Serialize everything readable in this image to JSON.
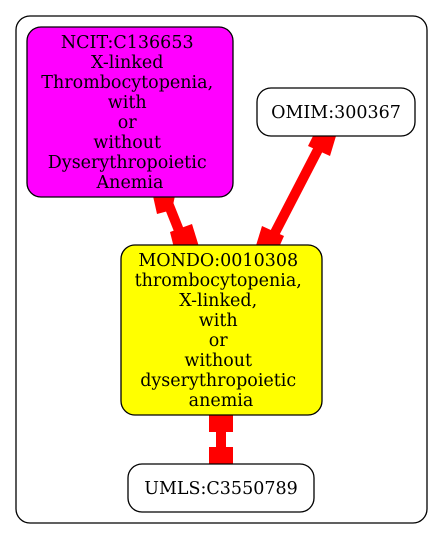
{
  "nodes": {
    "ncit": {
      "lines": [
        "NCIT:C136653",
        "X-linked",
        "Thrombocytopenia,",
        "with",
        "or",
        "without",
        "Dyserythropoietic",
        "Anemia"
      ],
      "fill": "#ff00ff"
    },
    "omim": {
      "lines": [
        "OMIM:300367"
      ],
      "fill": "#ffffff"
    },
    "mondo": {
      "lines": [
        "MONDO:0010308",
        "thrombocytopenia,",
        "X-linked,",
        "with",
        "or",
        "without",
        "dyserythropoietic",
        "anemia"
      ],
      "fill": "#ffff00"
    },
    "umls": {
      "lines": [
        "UMLS:C3550789"
      ],
      "fill": "#ffffff"
    }
  },
  "edges": [
    {
      "from": "ncit",
      "to": "mondo"
    },
    {
      "from": "omim",
      "to": "mondo"
    },
    {
      "from": "mondo",
      "to": "umls"
    }
  ],
  "colors": {
    "edge": "#ff0000",
    "border": "#000000",
    "background": "#ffffff"
  }
}
